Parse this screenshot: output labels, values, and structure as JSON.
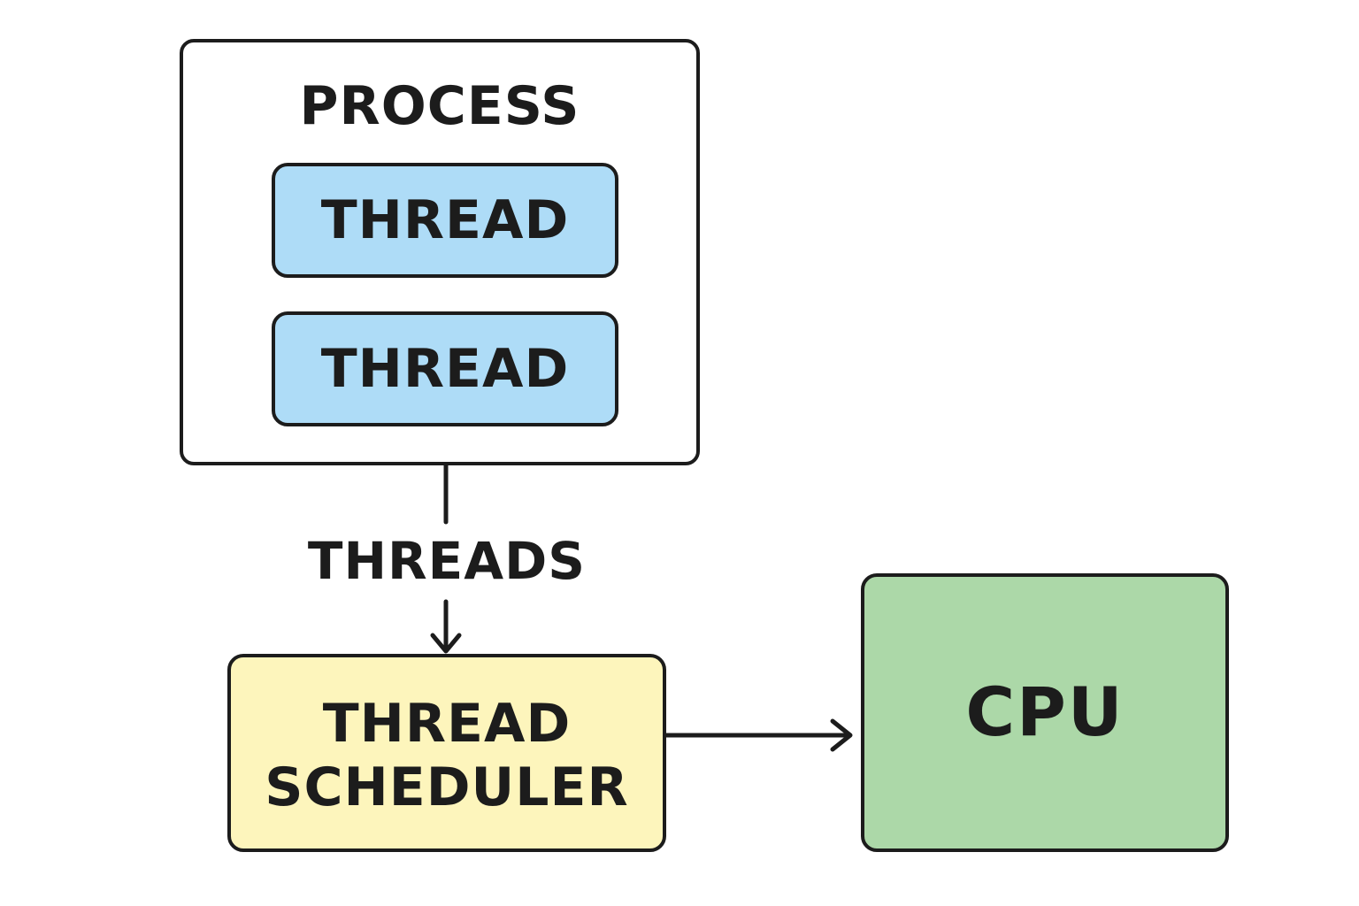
{
  "colors": {
    "stroke": "#1c1c1c",
    "thread_fill": "#aedcf7",
    "scheduler_fill": "#fdf5bc",
    "cpu_fill": "#acd8a8",
    "process_fill": "#ffffff"
  },
  "process": {
    "title": "PROCESS",
    "threads": [
      {
        "label": "THREAD"
      },
      {
        "label": "THREAD"
      }
    ]
  },
  "connector": {
    "label": "THREADS"
  },
  "scheduler": {
    "line1": "THREAD",
    "line2": "SCHEDULER"
  },
  "cpu": {
    "label": "CPU"
  }
}
